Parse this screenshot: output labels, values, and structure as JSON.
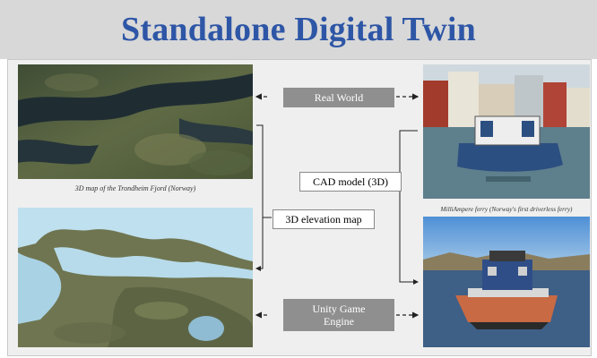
{
  "title": "Standalone Digital Twin",
  "captions": {
    "fjord_map": "3D map of the Trondheim Fjord (Norway)",
    "ferry_photo": "MilliAmpere ferry (Norway's first driverless ferry)"
  },
  "boxes": {
    "real_world": "Real World",
    "cad_model": "CAD model (3D)",
    "elevation_map": "3D elevation map",
    "unity_engine_line1": "Unity Game",
    "unity_engine_line2": "Engine"
  },
  "colors": {
    "title": "#2e56a6",
    "header_bg": "#d8d8d8",
    "panel_bg": "#efefef",
    "dark_box": "#8f8f8f"
  }
}
